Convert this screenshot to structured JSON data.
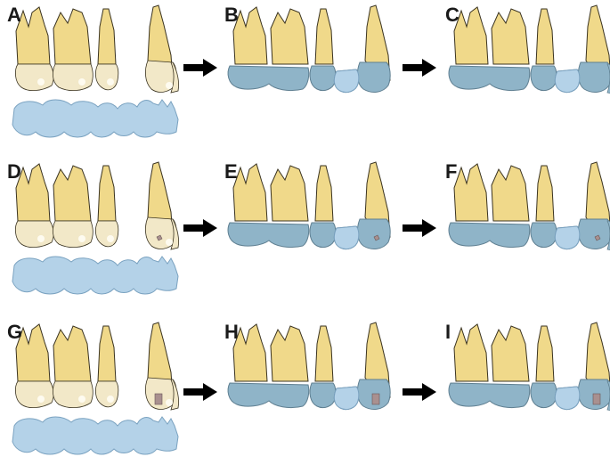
{
  "panels": [
    {
      "label": "A",
      "type": "source",
      "marker": "none"
    },
    {
      "label": "B",
      "type": "seated",
      "marker": "none"
    },
    {
      "label": "C",
      "type": "result",
      "marker": "none"
    },
    {
      "label": "D",
      "type": "source",
      "marker": "dot"
    },
    {
      "label": "E",
      "type": "seated",
      "marker": "dot"
    },
    {
      "label": "F",
      "type": "result",
      "marker": "dot"
    },
    {
      "label": "G",
      "type": "source",
      "marker": "rect"
    },
    {
      "label": "H",
      "type": "seated",
      "marker": "rect"
    },
    {
      "label": "I",
      "type": "result",
      "marker": "rect"
    }
  ],
  "colors": {
    "root": "#f0d98a",
    "root_stroke": "#3a3320",
    "crown": "#f2e8c8",
    "crown_highlight": "#fffdf4",
    "overlay": "#8fb4c8",
    "bridge": "#b4d2e8",
    "bridge_stroke": "#7aa2c0",
    "marker": "#a9908f",
    "arrow": "#000000"
  },
  "icons": {
    "arrow": "right-arrow-icon"
  }
}
